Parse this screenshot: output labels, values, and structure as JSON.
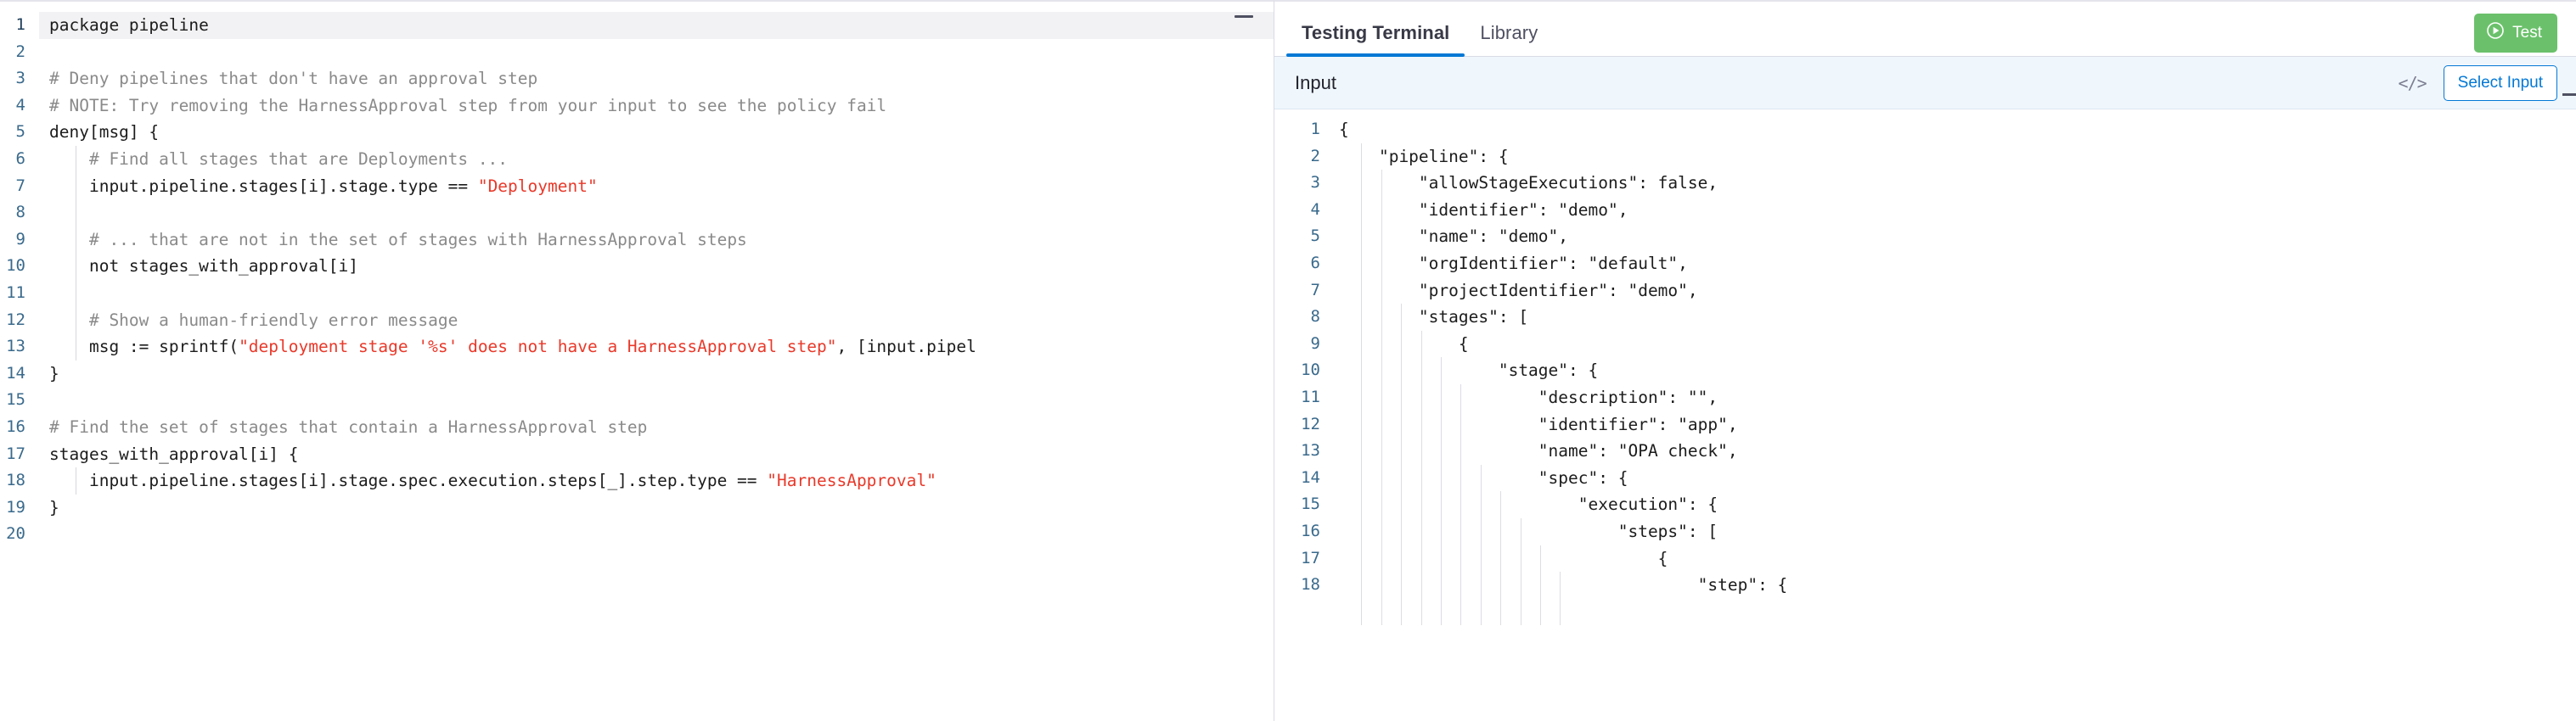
{
  "editor": {
    "name": "rego-policy-editor",
    "language": "rego",
    "active_line": 1,
    "minimize_icon": "minimize-icon",
    "total_lines": 20,
    "lines": [
      {
        "n": "1",
        "tokens": [
          {
            "t": "plain",
            "s": "package pipeline"
          }
        ]
      },
      {
        "n": "2",
        "tokens": [
          {
            "t": "plain",
            "s": ""
          }
        ]
      },
      {
        "n": "3",
        "tokens": [
          {
            "t": "comment",
            "s": "# Deny pipelines that don't have an approval step"
          }
        ]
      },
      {
        "n": "4",
        "tokens": [
          {
            "t": "comment",
            "s": "# NOTE: Try removing the HarnessApproval step from your input to see the policy fail"
          }
        ]
      },
      {
        "n": "5",
        "tokens": [
          {
            "t": "plain",
            "s": "deny[msg] {"
          }
        ]
      },
      {
        "n": "6",
        "tokens": [
          {
            "t": "comment",
            "s": "    # Find all stages that are Deployments ..."
          }
        ]
      },
      {
        "n": "7",
        "tokens": [
          {
            "t": "plain",
            "s": "    input.pipeline.stages[i].stage.type == "
          },
          {
            "t": "string",
            "s": "\"Deployment\""
          }
        ]
      },
      {
        "n": "8",
        "tokens": [
          {
            "t": "plain",
            "s": ""
          }
        ]
      },
      {
        "n": "9",
        "tokens": [
          {
            "t": "comment",
            "s": "    # ... that are not in the set of stages with HarnessApproval steps"
          }
        ]
      },
      {
        "n": "10",
        "tokens": [
          {
            "t": "plain",
            "s": "    not stages_with_approval[i]"
          }
        ]
      },
      {
        "n": "11",
        "tokens": [
          {
            "t": "plain",
            "s": ""
          }
        ]
      },
      {
        "n": "12",
        "tokens": [
          {
            "t": "comment",
            "s": "    # Show a human-friendly error message"
          }
        ]
      },
      {
        "n": "13",
        "tokens": [
          {
            "t": "plain",
            "s": "    msg := sprintf("
          },
          {
            "t": "string",
            "s": "\"deployment stage '%s' does not have a HarnessApproval step\""
          },
          {
            "t": "plain",
            "s": ", [input.pipel"
          }
        ]
      },
      {
        "n": "14",
        "tokens": [
          {
            "t": "plain",
            "s": "}"
          }
        ]
      },
      {
        "n": "15",
        "tokens": [
          {
            "t": "plain",
            "s": ""
          }
        ]
      },
      {
        "n": "16",
        "tokens": [
          {
            "t": "comment",
            "s": "# Find the set of stages that contain a HarnessApproval step"
          }
        ]
      },
      {
        "n": "17",
        "tokens": [
          {
            "t": "plain",
            "s": "stages_with_approval[i] {"
          }
        ]
      },
      {
        "n": "18",
        "tokens": [
          {
            "t": "plain",
            "s": "    input.pipeline.stages[i].stage.spec.execution.steps[_].step.type == "
          },
          {
            "t": "string",
            "s": "\"HarnessApproval\""
          }
        ]
      },
      {
        "n": "19",
        "tokens": [
          {
            "t": "plain",
            "s": "}"
          }
        ]
      },
      {
        "n": "20",
        "tokens": [
          {
            "t": "plain",
            "s": ""
          }
        ]
      }
    ]
  },
  "right_panel": {
    "tabs": [
      {
        "label": "Testing Terminal",
        "active": true,
        "name": "tab-testing-terminal"
      },
      {
        "label": "Library",
        "active": false,
        "name": "tab-library"
      }
    ],
    "test_button": {
      "label": "Test",
      "icon": "play-circle-icon",
      "color": "#6bc16b"
    },
    "input_bar": {
      "title": "Input",
      "code_toggle_icon": "code-brackets-icon",
      "select_input_label": "Select Input",
      "accent_color": "#0278d5",
      "background": "#eff7fd"
    },
    "json_editor": {
      "name": "input-json-editor",
      "lines": [
        {
          "n": "1",
          "s": "{"
        },
        {
          "n": "2",
          "s": "    \"pipeline\": {"
        },
        {
          "n": "3",
          "s": "        \"allowStageExecutions\": false,"
        },
        {
          "n": "4",
          "s": "        \"identifier\": \"demo\","
        },
        {
          "n": "5",
          "s": "        \"name\": \"demo\","
        },
        {
          "n": "6",
          "s": "        \"orgIdentifier\": \"default\","
        },
        {
          "n": "7",
          "s": "        \"projectIdentifier\": \"demo\","
        },
        {
          "n": "8",
          "s": "        \"stages\": ["
        },
        {
          "n": "9",
          "s": "            {"
        },
        {
          "n": "10",
          "s": "                \"stage\": {"
        },
        {
          "n": "11",
          "s": "                    \"description\": \"\","
        },
        {
          "n": "12",
          "s": "                    \"identifier\": \"app\","
        },
        {
          "n": "13",
          "s": "                    \"name\": \"OPA check\","
        },
        {
          "n": "14",
          "s": "                    \"spec\": {"
        },
        {
          "n": "15",
          "s": "                        \"execution\": {"
        },
        {
          "n": "16",
          "s": "                            \"steps\": ["
        },
        {
          "n": "17",
          "s": "                                {"
        },
        {
          "n": "18",
          "s": "                                    \"step\": {"
        }
      ]
    }
  }
}
